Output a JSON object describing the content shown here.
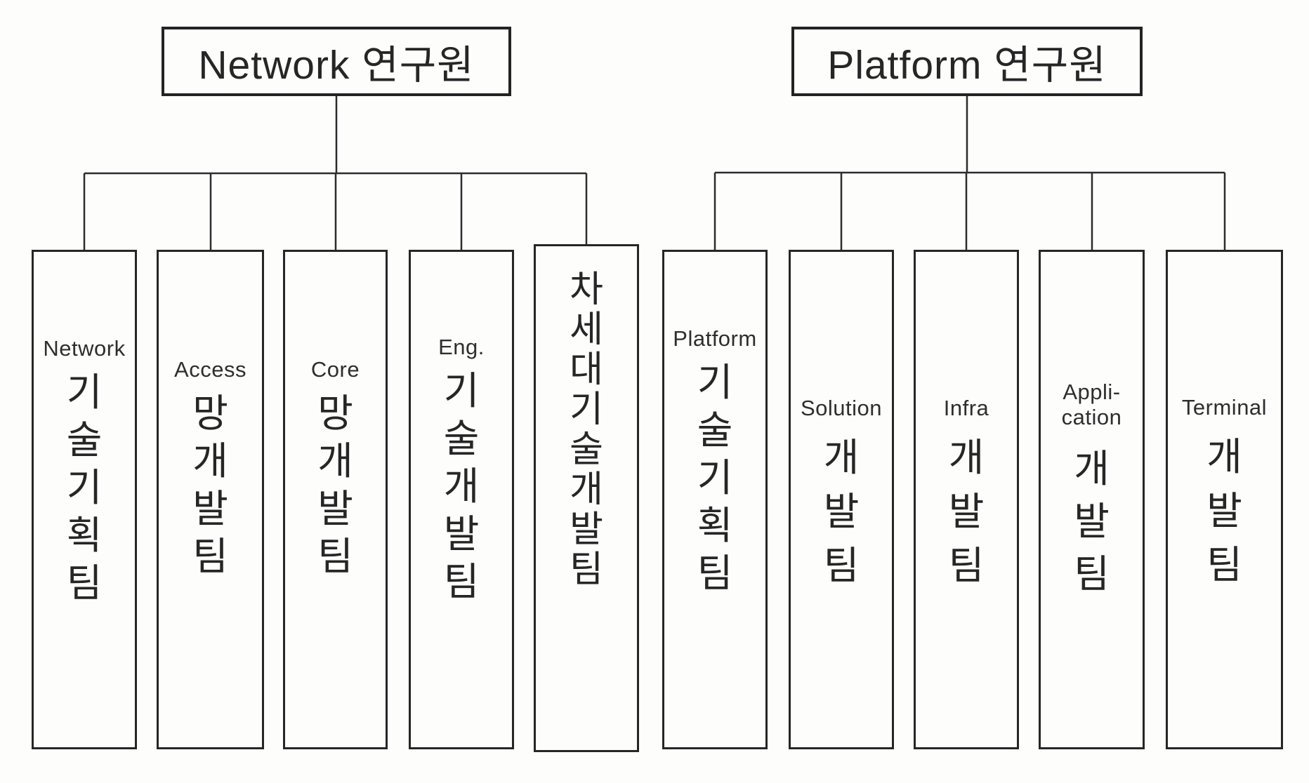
{
  "org": {
    "divisions": [
      {
        "name": "Network 연구원",
        "teams": [
          {
            "en": "Network",
            "ko": "기\n술\n기\n획\n팀"
          },
          {
            "en": "Access",
            "ko": "망\n개\n발\n팀"
          },
          {
            "en": "Core",
            "ko": "망\n개\n발\n팀"
          },
          {
            "en": "Eng.",
            "ko": "기\n술\n개\n발\n팀"
          },
          {
            "en": "",
            "ko": "차\n세\n대\n기\n술\n개\n발\n팀"
          }
        ]
      },
      {
        "name": "Platform 연구원",
        "teams": [
          {
            "en": "Platform",
            "ko": "기\n술\n기\n획\n팀"
          },
          {
            "en": "Solution",
            "ko": "개\n발\n팀"
          },
          {
            "en": "Infra",
            "ko": "개\n발\n팀"
          },
          {
            "en": "Appli-\ncation",
            "ko": "개\n발\n팀"
          },
          {
            "en": "Terminal",
            "ko": "개\n발\n팀"
          }
        ]
      }
    ]
  },
  "colors": {
    "line": "#2c2c2c",
    "text": "#262626",
    "background": "#fdfdfc"
  }
}
